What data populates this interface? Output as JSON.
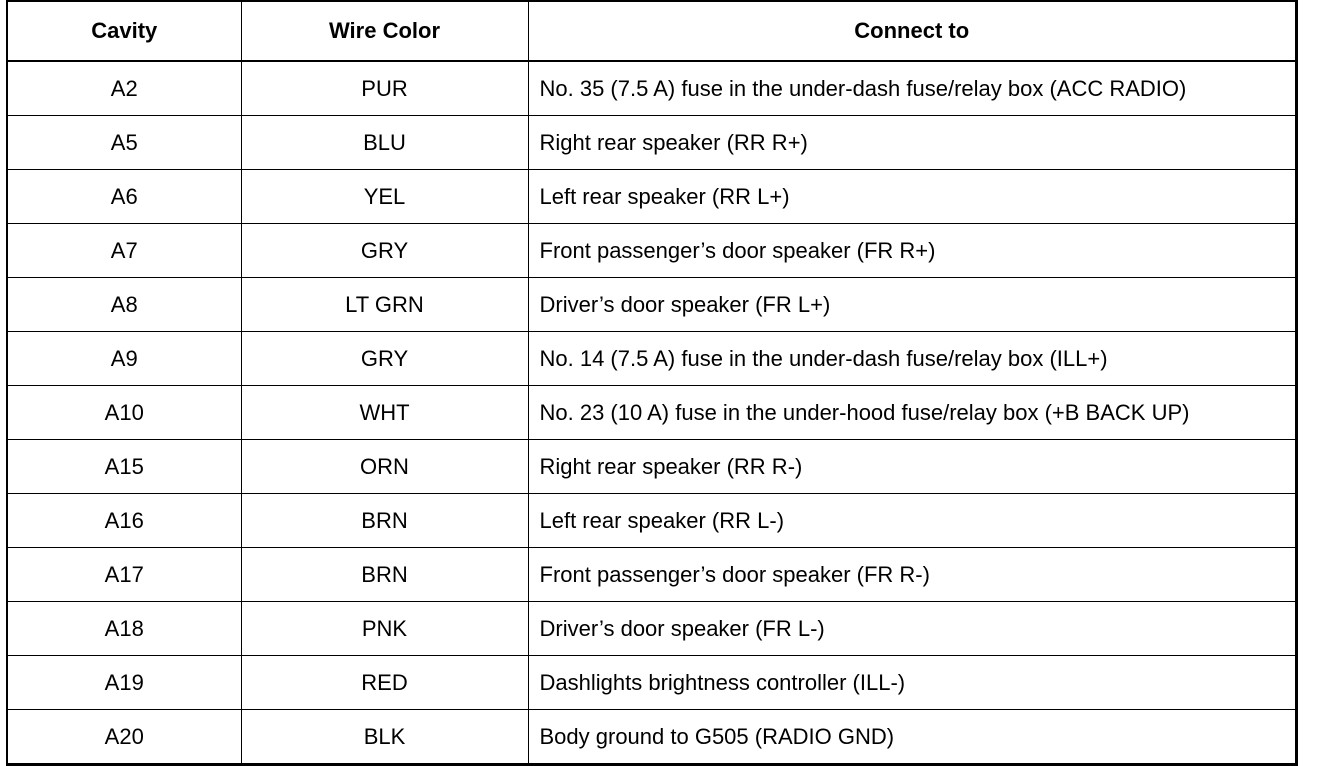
{
  "headers": {
    "cavity": "Cavity",
    "wire_color": "Wire Color",
    "connect_to": "Connect to"
  },
  "rows": [
    {
      "cavity": "A2",
      "wire_color": "PUR",
      "connect_to": "No. 35 (7.5 A) fuse in the under-dash fuse/relay box (ACC RADIO)"
    },
    {
      "cavity": "A5",
      "wire_color": "BLU",
      "connect_to": "Right rear speaker (RR R+)"
    },
    {
      "cavity": "A6",
      "wire_color": "YEL",
      "connect_to": "Left rear speaker (RR L+)"
    },
    {
      "cavity": "A7",
      "wire_color": "GRY",
      "connect_to": "Front passenger’s door speaker (FR R+)"
    },
    {
      "cavity": "A8",
      "wire_color": "LT GRN",
      "connect_to": "Driver’s door speaker (FR L+)"
    },
    {
      "cavity": "A9",
      "wire_color": "GRY",
      "connect_to": "No. 14 (7.5 A) fuse in the under-dash fuse/relay box (ILL+)"
    },
    {
      "cavity": "A10",
      "wire_color": "WHT",
      "connect_to": "No. 23 (10 A) fuse in the under-hood fuse/relay box (+B BACK UP)"
    },
    {
      "cavity": "A15",
      "wire_color": "ORN",
      "connect_to": "Right rear speaker (RR R-)"
    },
    {
      "cavity": "A16",
      "wire_color": "BRN",
      "connect_to": "Left rear speaker (RR L-)"
    },
    {
      "cavity": "A17",
      "wire_color": "BRN",
      "connect_to": "Front passenger’s door speaker (FR R-)"
    },
    {
      "cavity": "A18",
      "wire_color": "PNK",
      "connect_to": "Driver’s door speaker (FR L-)"
    },
    {
      "cavity": "A19",
      "wire_color": "RED",
      "connect_to": "Dashlights brightness controller (ILL-)"
    },
    {
      "cavity": "A20",
      "wire_color": "BLK",
      "connect_to": "Body ground to G505 (RADIO GND)"
    }
  ]
}
